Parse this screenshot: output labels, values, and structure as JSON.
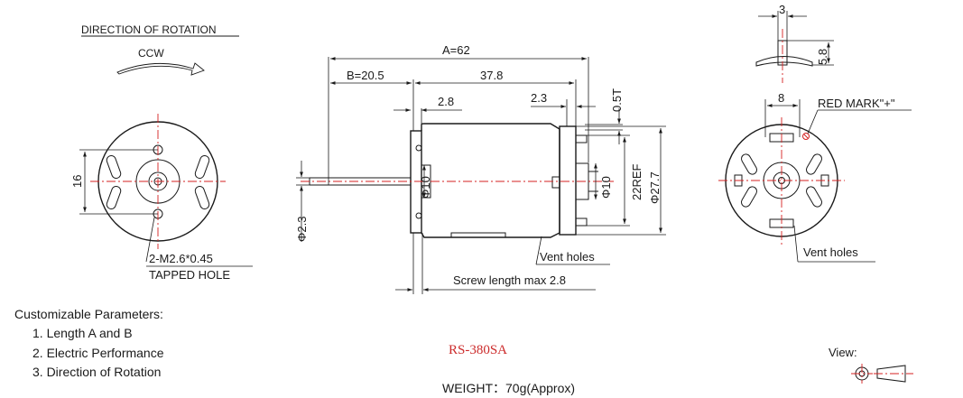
{
  "rotation": {
    "title": "DIRECTION OF ROTATION",
    "direction": "CCW"
  },
  "dimensions": {
    "overall_length": "A=62",
    "shaft_length": "B=20.5",
    "body_length": "37.8",
    "front_boss": "2.8",
    "rear_boss": "2.3",
    "bearing_offset": "0.5T",
    "front_boss_dia": "Φ10",
    "rear_boss_dia": "Φ10",
    "terminal_span": "22REF",
    "body_dia": "Φ27.7",
    "shaft_dia": "Φ2.3",
    "hole_spacing": "16",
    "terminal_width": "3",
    "terminal_height": "5.8",
    "terminal_pitch": "8"
  },
  "callouts": {
    "tapped_hole_spec": "2-M2.6*0.45",
    "tapped_hole_label": "TAPPED HOLE",
    "vent_holes_side": "Vent holes",
    "vent_holes_rear": "Vent holes",
    "red_mark": "RED MARK\"+\"",
    "screw_length": "Screw length max 2.8"
  },
  "params": {
    "title": "Customizable Parameters:",
    "items": [
      "1. Length A and B",
      "2. Electric Performance",
      "3. Direction of Rotation"
    ]
  },
  "model": "RS-380SA",
  "weight": "WEIGHT：70g(Approx)",
  "view_label": "View:",
  "colors": {
    "line": "#1a1a1a",
    "centerline": "#d42020",
    "model_text": "#cc2b2b"
  }
}
